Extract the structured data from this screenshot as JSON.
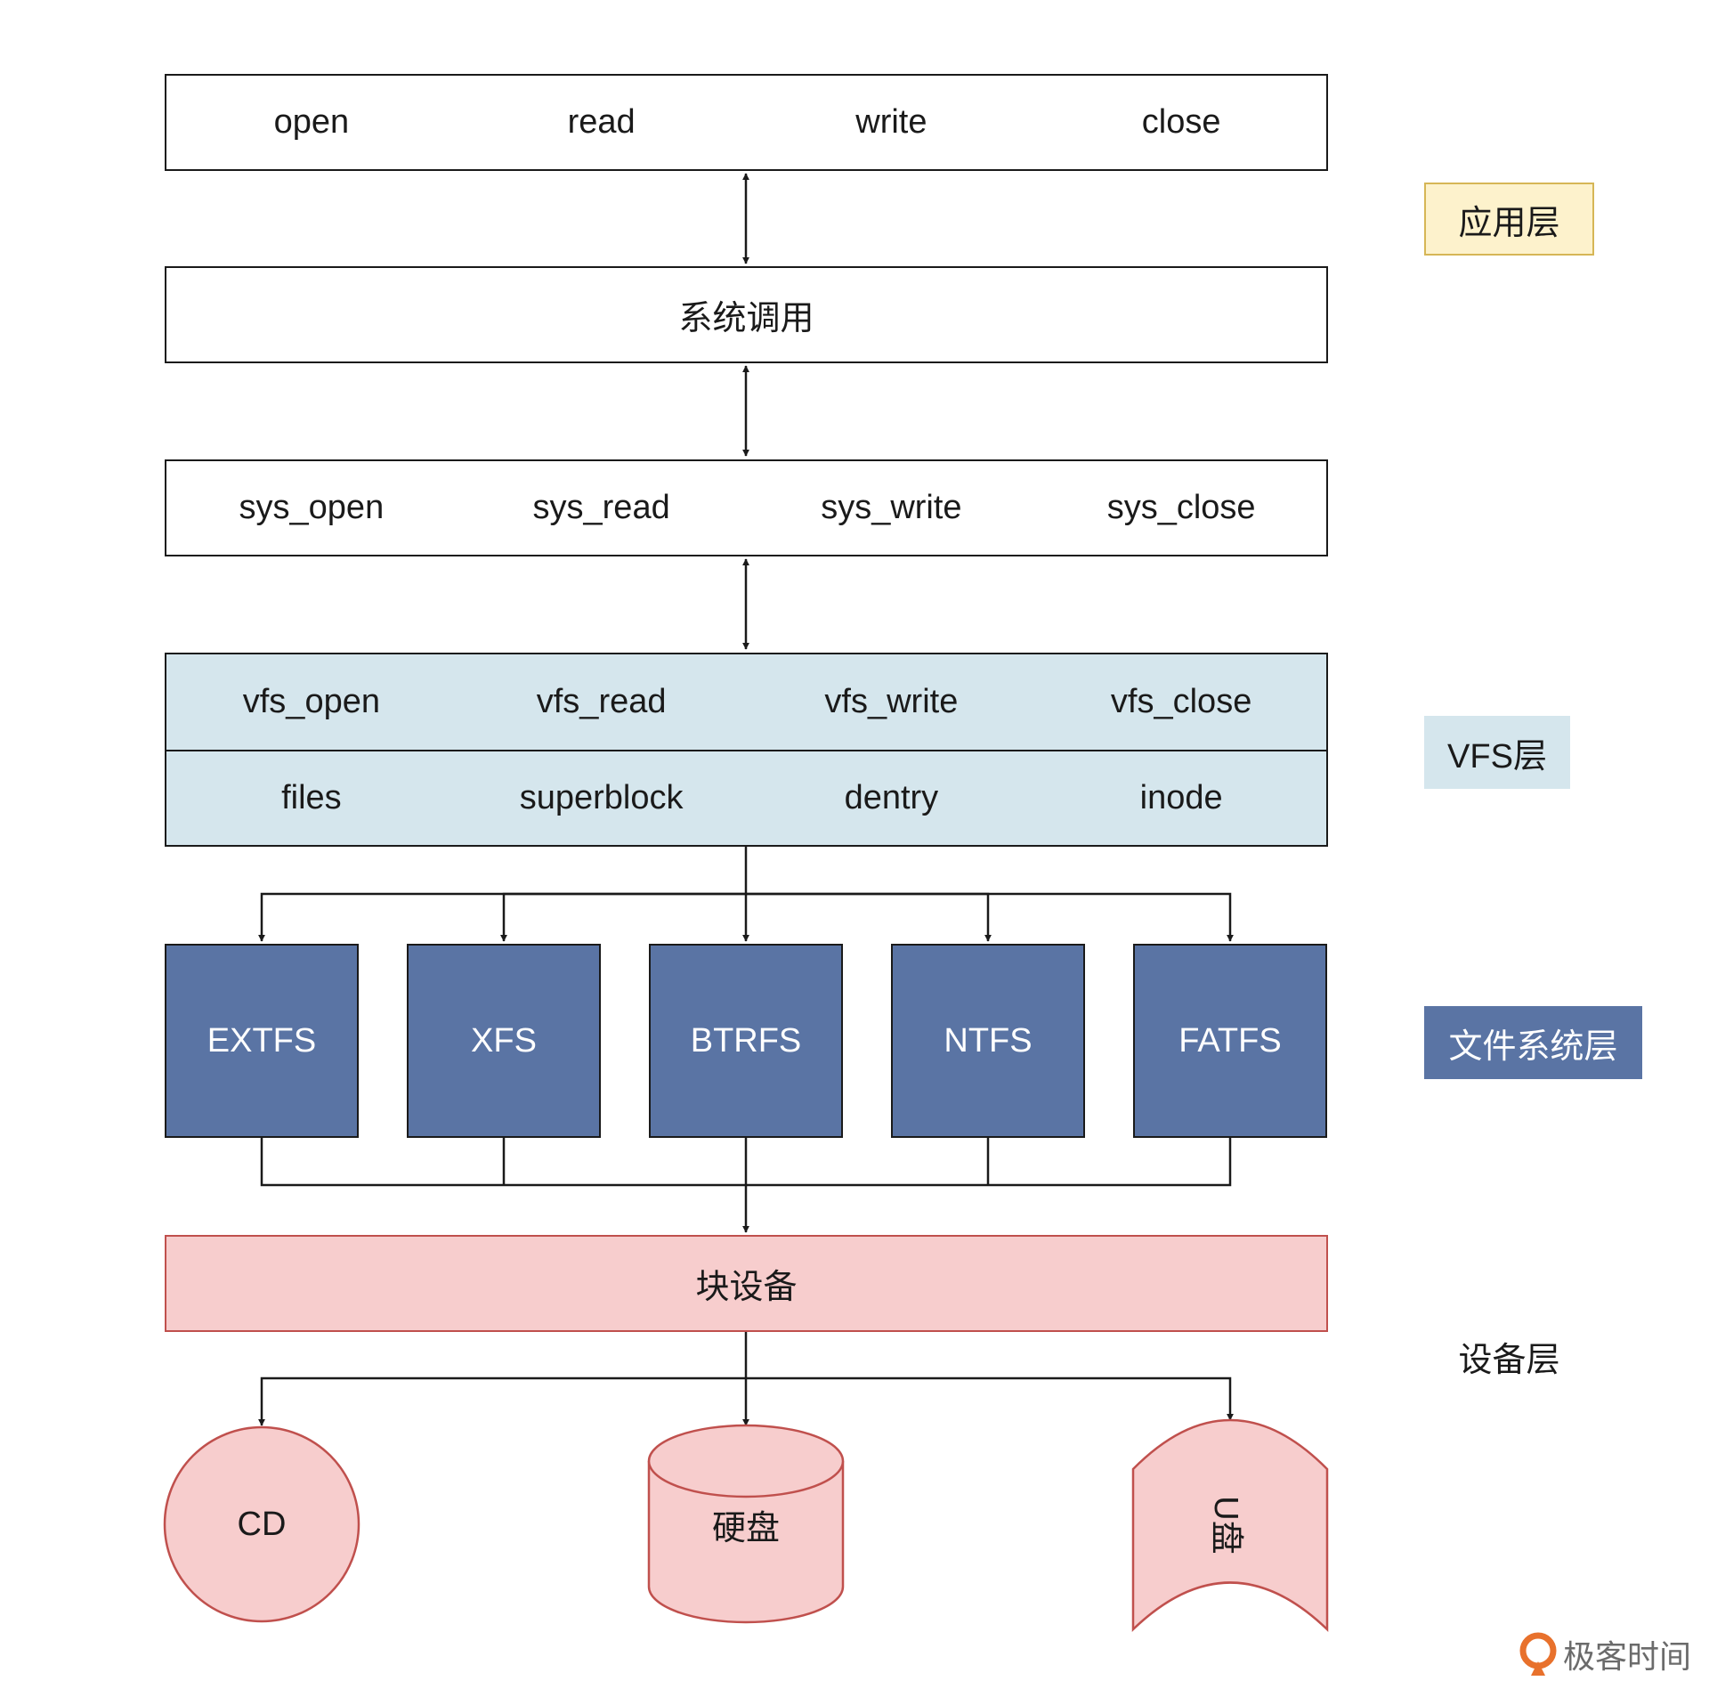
{
  "layers": {
    "app": {
      "items": [
        "open",
        "read",
        "write",
        "close"
      ]
    },
    "syscall": {
      "label": "系统调用"
    },
    "sys_funcs": {
      "items": [
        "sys_open",
        "sys_read",
        "sys_write",
        "sys_close"
      ]
    },
    "vfs_funcs": {
      "items": [
        "vfs_open",
        "vfs_read",
        "vfs_write",
        "vfs_close"
      ]
    },
    "vfs_objects": {
      "items": [
        "files",
        "superblock",
        "dentry",
        "inode"
      ]
    },
    "filesystems": {
      "items": [
        "EXTFS",
        "XFS",
        "BTRFS",
        "NTFS",
        "FATFS"
      ]
    },
    "block_device": {
      "label": "块设备"
    },
    "devices": {
      "cd": "CD",
      "disk": "硬盘",
      "usb": "U盘"
    }
  },
  "legend": {
    "app_layer": "应用层",
    "vfs_layer": "VFS层",
    "fs_layer": "文件系统层",
    "device_layer": "设备层"
  },
  "colors": {
    "vfs_fill": "#d5e6ed",
    "fs_fill": "#5a74a4",
    "device_fill": "#f7cdcd",
    "device_stroke": "#c0504d",
    "app_legend_fill": "#fdf2cc",
    "app_legend_stroke": "#d6b656",
    "logo_orange": "#e8712c"
  },
  "logo": {
    "text": "极客时间"
  }
}
